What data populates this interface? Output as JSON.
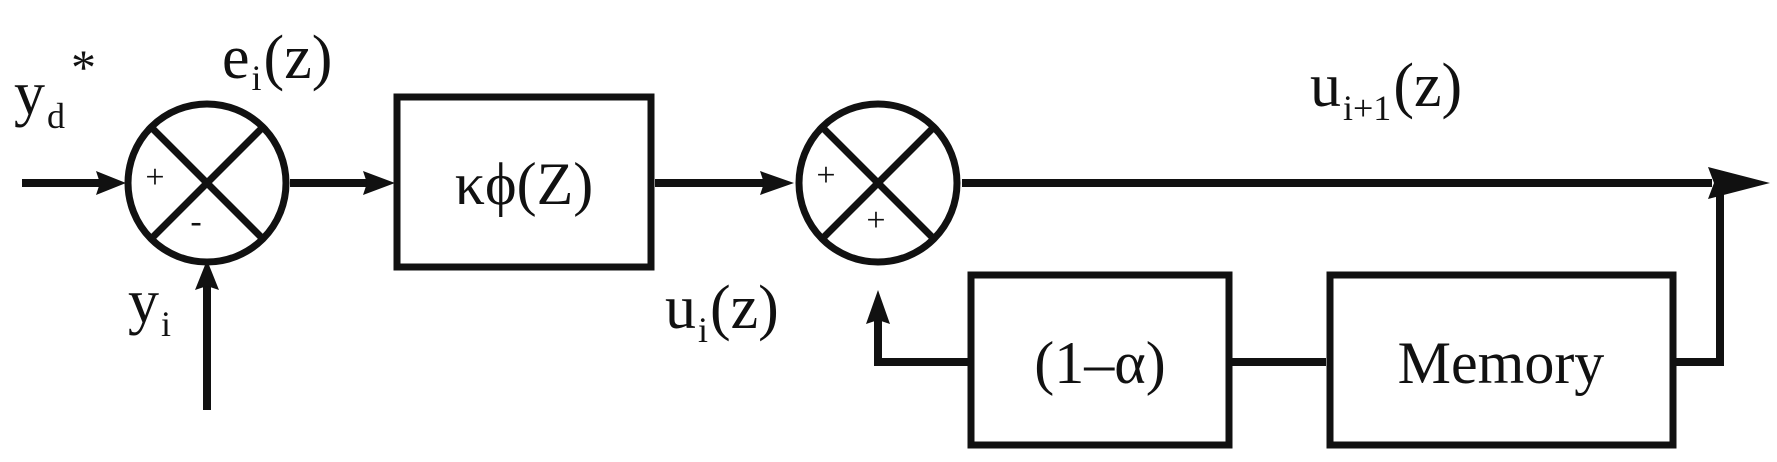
{
  "colors": {
    "ink": "#111111",
    "background": "#ffffff"
  },
  "signals": {
    "reference": {
      "base": "y",
      "sub": "d",
      "sup": "*"
    },
    "error": {
      "base": "e",
      "sub": "i",
      "suffix": "(z)"
    },
    "output": {
      "base": "y",
      "sub": "i"
    },
    "input_current": {
      "base": "u",
      "sub": "i",
      "suffix": "(z)"
    },
    "input_next": {
      "base": "u",
      "sub": "i+1",
      "suffix": "(z)"
    }
  },
  "blocks": {
    "learning_gain": {
      "label": "κϕ(Z)"
    },
    "forgetting": {
      "label": "(1–α)"
    },
    "memory": {
      "label": "Memory"
    }
  },
  "junctions": {
    "error_sum": {
      "sign_top": "+",
      "sign_bottom": "-"
    },
    "update_sum": {
      "sign_top": "+",
      "sign_bottom": "+"
    }
  }
}
